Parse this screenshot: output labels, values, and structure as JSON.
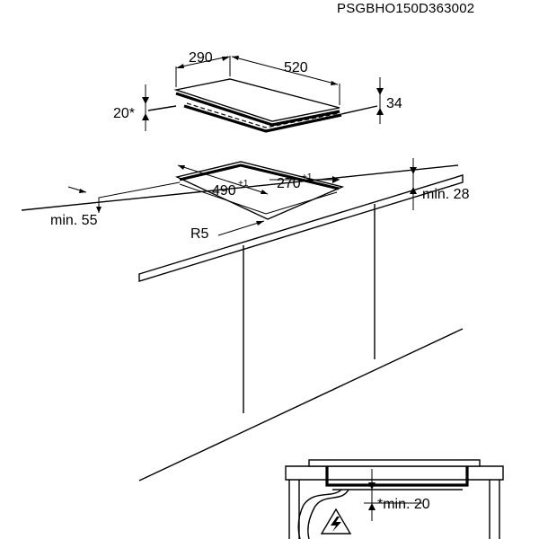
{
  "drawing_id": "PSGBHO150D363002",
  "dimensions": {
    "hob_depth": "290",
    "hob_width": "520",
    "hob_height": "34",
    "undercut_height": "20*",
    "cutout_width_value": "490",
    "cutout_width_tol": "+1",
    "cutout_depth_value": "270",
    "cutout_depth_tol": "+1",
    "worktop_min_thickness": "min. 28",
    "edge_min_distance": "min. 55",
    "corner_radius": "R5",
    "clearance_below": "*min. 20"
  },
  "icons": {
    "electric_warning": "electric-warning-icon"
  }
}
